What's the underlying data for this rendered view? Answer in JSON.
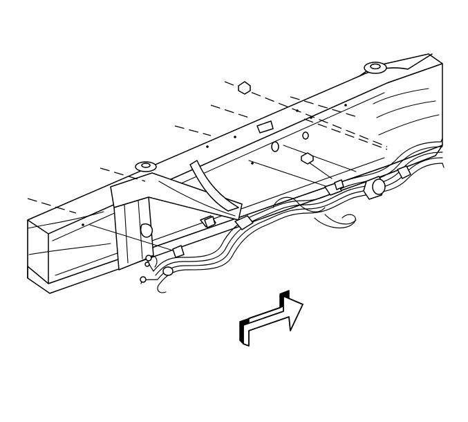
{
  "figure": {
    "subject": "frame-rail-with-brake-line-harness",
    "icons": [
      "frame-rail",
      "crossmember",
      "fastener-nut",
      "brake-line-bundle",
      "retaining-clip",
      "direction-arrow-icon"
    ],
    "colors": {
      "line": "#000000",
      "background": "#ffffff",
      "arrow_shadow": "#000000"
    }
  }
}
